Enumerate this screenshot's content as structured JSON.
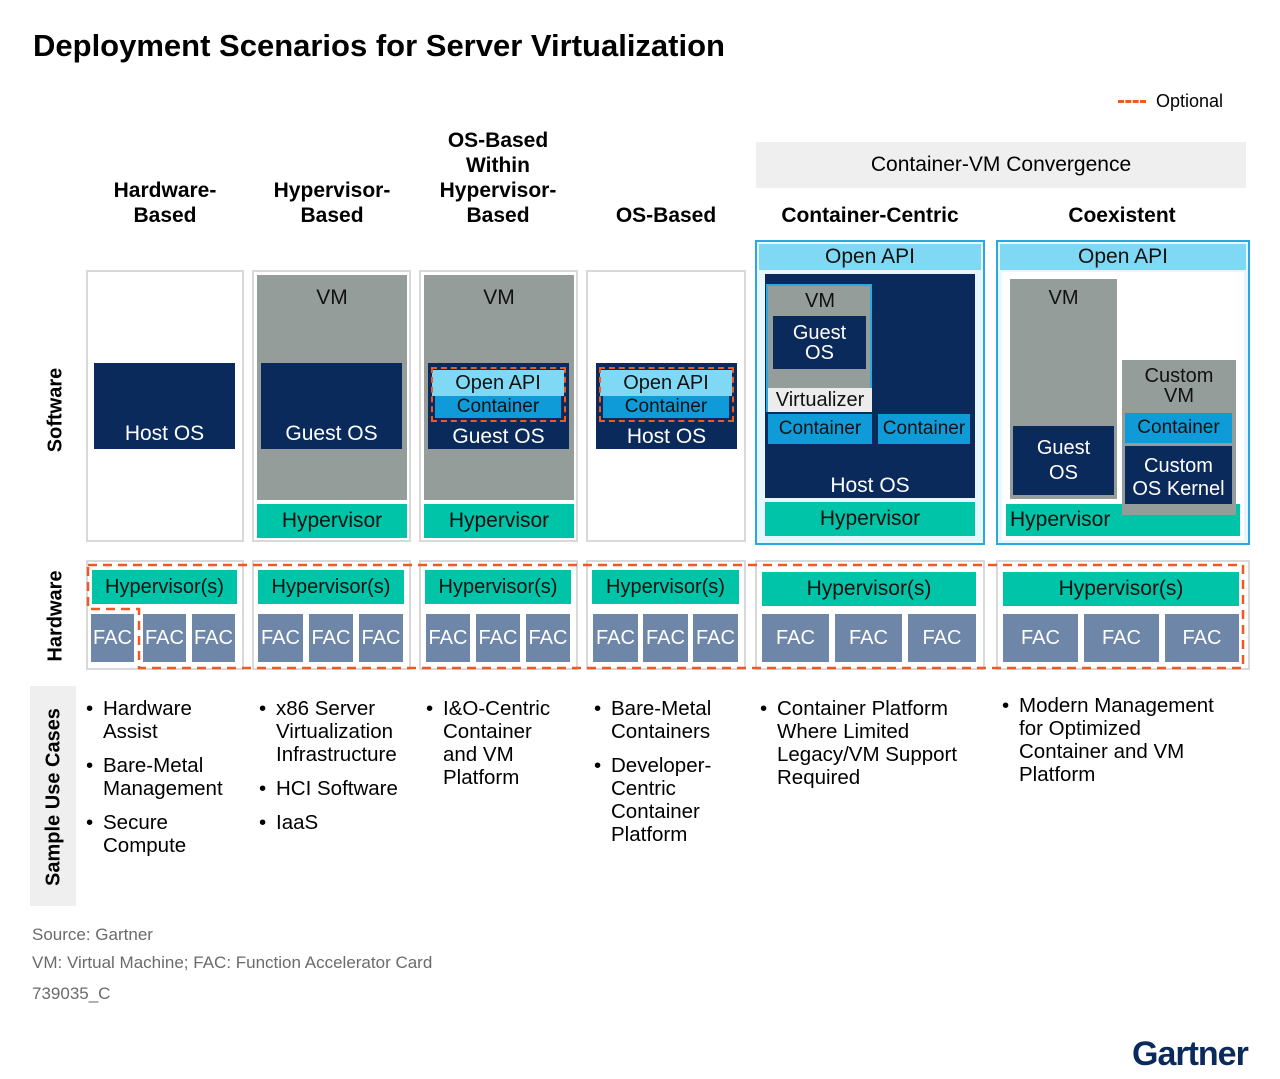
{
  "title": "Deployment Scenarios for Server Virtualization",
  "legend": {
    "optional": "Optional"
  },
  "convergence_banner": "Container-VM Convergence",
  "row_labels": {
    "software": "Software",
    "hardware": "Hardware",
    "use_cases": "Sample Use Cases"
  },
  "columns": [
    {
      "heading": "Hardware-\nBased"
    },
    {
      "heading": "Hypervisor-\nBased"
    },
    {
      "heading": "OS-Based\nWithin\nHypervisor-\nBased"
    },
    {
      "heading": "OS-Based"
    },
    {
      "heading": "Container-Centric"
    },
    {
      "heading": "Coexistent"
    }
  ],
  "labels": {
    "host_os": "Host OS",
    "guest_os": "Guest OS",
    "guest_os_split": "Guest\nOS",
    "vm": "VM",
    "hypervisor": "Hypervisor",
    "hypervisors": "Hypervisor(s)",
    "open_api": "Open API",
    "container": "Container",
    "virtualizer": "Virtualizer",
    "custom_vm": "Custom\nVM",
    "custom_kernel": "Custom\nOS Kernel",
    "fac": "FAC"
  },
  "use_cases": [
    [
      "Hardware\nAssist",
      "Bare-Metal\nManagement",
      "Secure\nCompute"
    ],
    [
      "x86 Server\nVirtualization\nInfrastructure",
      "HCI Software",
      "IaaS"
    ],
    [
      "I&O-Centric\nContainer\nand VM\nPlatform"
    ],
    [
      "Bare-Metal\nContainers",
      "Developer-\nCentric\nContainer\nPlatform"
    ],
    [
      "Container Platform\nWhere Limited\nLegacy/VM Support\nRequired"
    ],
    [
      "Modern Management\nfor Optimized\nContainer and VM\nPlatform"
    ]
  ],
  "footer": {
    "source": "Source: Gartner",
    "note": "VM: Virtual Machine; FAC: Function Accelerator Card",
    "id": "739035_C"
  },
  "logo": "Gartner",
  "colors": {
    "navy": "#0a2a5c",
    "gray": "#959d9a",
    "teal": "#00c4a7",
    "light_blue": "#7fd9f5",
    "mid_blue": "#0f9bd8",
    "fac": "#6e86a7",
    "optional_dash": "#ef5a24"
  }
}
